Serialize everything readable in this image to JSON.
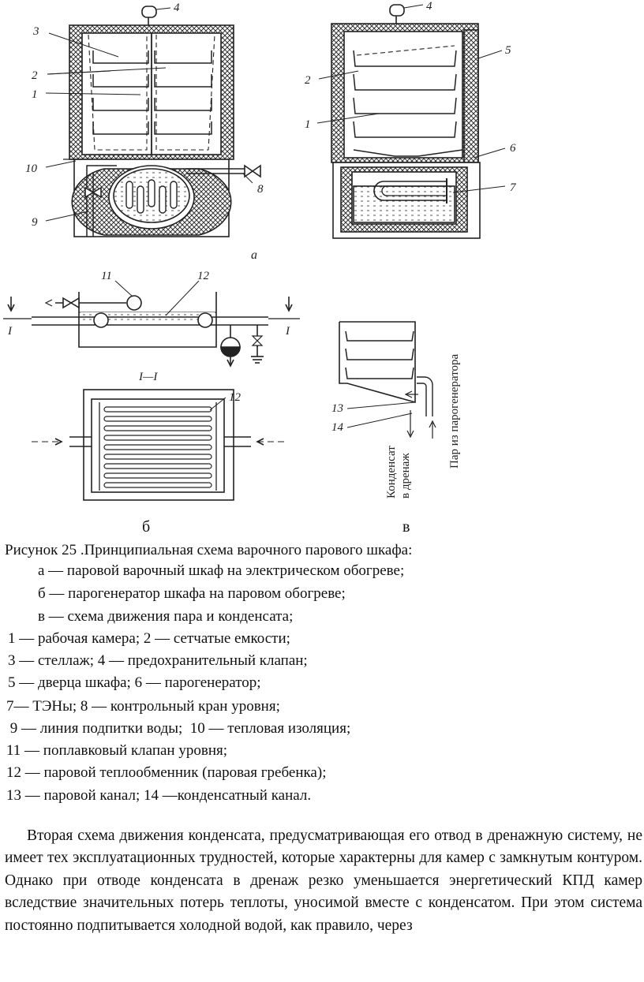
{
  "figure": {
    "callouts": {
      "a": [
        "4",
        "3",
        "2",
        "1",
        "10",
        "8",
        "9"
      ],
      "top_right": [
        "4",
        "5",
        "2",
        "1",
        "6",
        "7"
      ],
      "b": [
        "11",
        "12",
        "12"
      ],
      "section": "I—I",
      "section_marks": [
        "I",
        "I"
      ]
    },
    "subfigure_letter_a": "а",
    "flow_text_condensate": [
      "Конденсат",
      "в дренаж"
    ],
    "flow_text_steam": "Пар из парогенератора",
    "flow_callouts": [
      "13",
      "14"
    ]
  },
  "panel_letters": {
    "b": "б",
    "v": "в"
  },
  "caption": {
    "title": "Рисунок 25 .Принципиальная схема варочного парового шкафа:",
    "lines": [
      "а — паровой варочный шкаф на электрическом обогреве;",
      "б — парогенератор шкафа на паровом обогреве;",
      "в — схема движения пара и конденсата;",
      "1 — рабочая камера; 2 — сетчатые емкости;",
      "3 — стеллаж; 4 — предохранительный клапан;",
      "5 — дверца шкафа; 6 — парогенератор;",
      "7— ТЭНы;  8 — контрольный кран уровня;",
      " 9 — линия подпитки воды;  10 — тепловая изоляция;",
      "11 — поплавковый клапан уровня;",
      "12 — паровой теплообменник (паровая гребенка);",
      "13 — паровой канал;  14 —конденсатный канал."
    ]
  },
  "paragraph": "Вторая схема движения конденсата, предусматривающая его отвод в дренажную систему, не имеет тех эксплуатационных трудностей, которые характерны для камер с замкнутым контуром. Однако при отводе конденсата в дренаж резко уменьшается энергетический КПД камер вследствие значительных потерь теплоты, уносимой вместе с конденсатом. При этом система постоянно подпитывается холодной водой, как правило, через"
}
